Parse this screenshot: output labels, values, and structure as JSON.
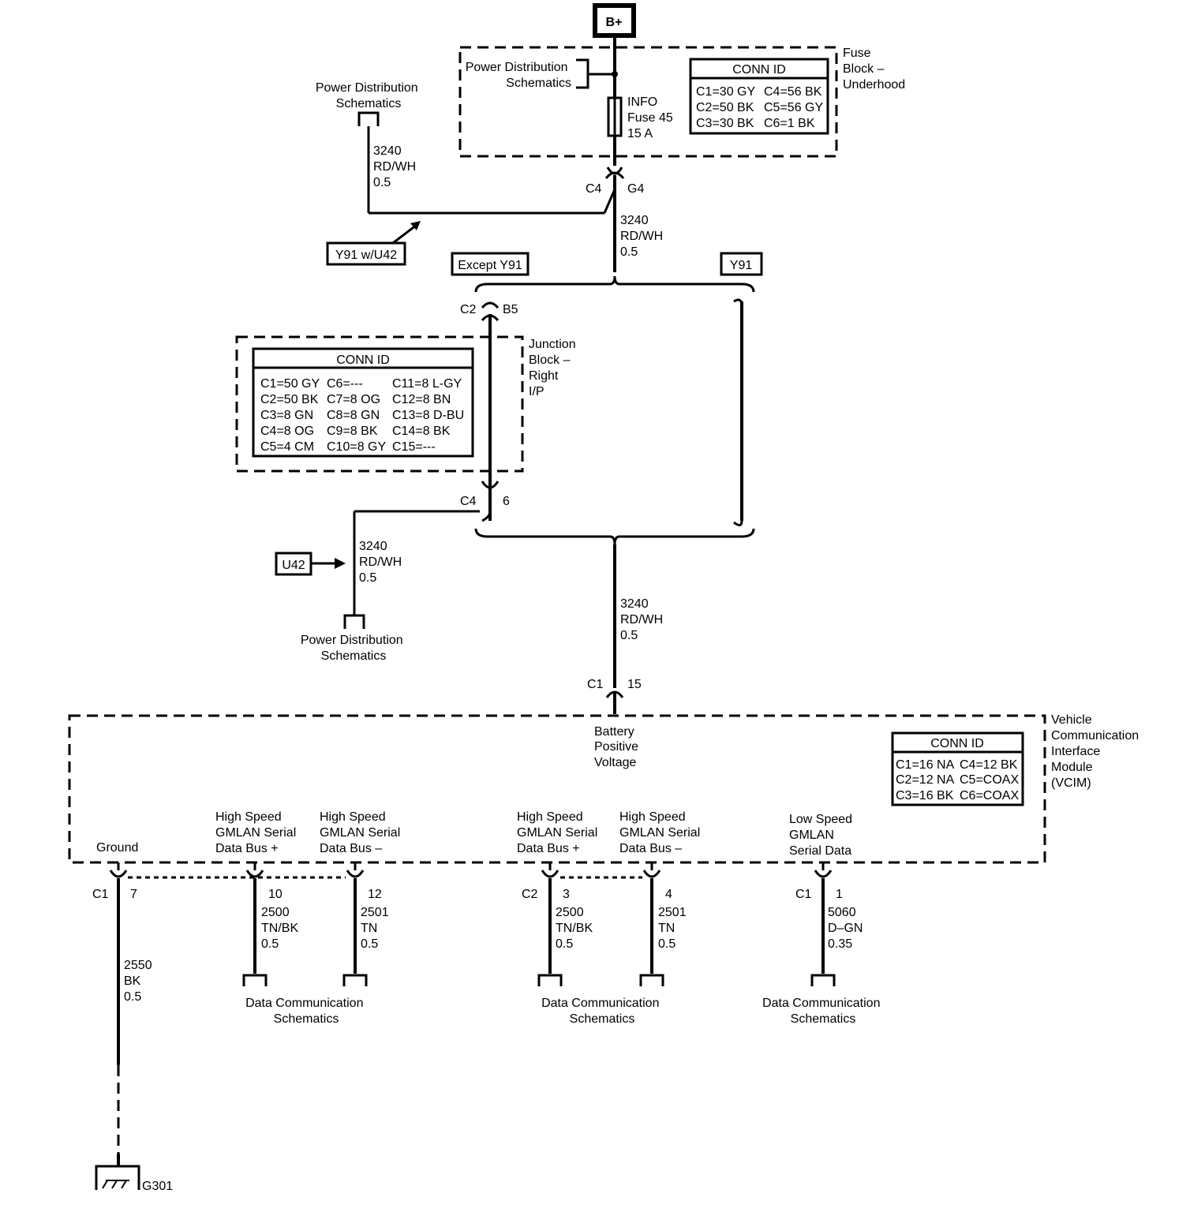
{
  "battery": "B+",
  "fuse_block": {
    "title": [
      "Fuse",
      "Block –",
      "Underhood"
    ],
    "pd_ref": [
      "Power Distribution",
      "Schematics"
    ],
    "fuse": [
      "INFO",
      "Fuse 45",
      "15 A"
    ],
    "conn_id": {
      "header": "CONN ID",
      "rows": [
        [
          "C1=30 GY",
          "C4=56 BK"
        ],
        [
          "C2=50 BK",
          "C5=56 GY"
        ],
        [
          "C3=30 BK",
          "C6=1 BK"
        ]
      ]
    },
    "connector": "C4",
    "pin": "G4"
  },
  "pd_top_left": [
    "Power Distribution",
    "Schematics"
  ],
  "wire_main": [
    "3240",
    "RD/WH",
    "0.5"
  ],
  "options": {
    "y91_u42": "Y91 w/U42",
    "except_y91": "Except Y91",
    "y91": "Y91",
    "u42": "U42"
  },
  "junction_block": {
    "title": [
      "Junction",
      "Block –",
      "Right",
      "I/P"
    ],
    "conn_in": "C2",
    "pin_in": "B5",
    "conn_out": "C4",
    "pin_out": "6",
    "conn_id": {
      "header": "CONN ID",
      "rows": [
        [
          "C1=50 GY",
          "C6=---",
          "C11=8 L-GY"
        ],
        [
          "C2=50 BK",
          "C7=8 OG",
          "C12=8 BN"
        ],
        [
          "C3=8 GN",
          "C8=8 GN",
          "C13=8 D-BU"
        ],
        [
          "C4=8 OG",
          "C9=8 BK",
          "C14=8 BK"
        ],
        [
          "C5=4 CM",
          "C10=8 GY",
          "C15=---"
        ]
      ]
    }
  },
  "pd_bottom_left": [
    "Power Distribution",
    "Schematics"
  ],
  "vcim": {
    "title": [
      "Vehicle",
      "Communication",
      "Interface",
      "Module",
      "(VCIM)"
    ],
    "conn_in": "C1",
    "pin_in": "15",
    "bpv": [
      "Battery",
      "Positive",
      "Voltage"
    ],
    "conn_id": {
      "header": "CONN ID",
      "rows": [
        [
          "C1=16 NA",
          "C4=12 BK"
        ],
        [
          "C2=12 NA",
          "C5=COAX"
        ],
        [
          "C3=16 BK",
          "C6=COAX"
        ]
      ]
    },
    "pins": [
      {
        "label": [
          "Ground"
        ],
        "conn": "C1",
        "pin": "7",
        "wire": [
          "2550",
          "BK",
          "0.5"
        ]
      },
      {
        "label": [
          "High Speed",
          "GMLAN Serial",
          "Data Bus +"
        ],
        "conn": "",
        "pin": "10",
        "wire": [
          "2500",
          "TN/BK",
          "0.5"
        ]
      },
      {
        "label": [
          "High Speed",
          "GMLAN Serial",
          "Data Bus –"
        ],
        "conn": "",
        "pin": "12",
        "wire": [
          "2501",
          "TN",
          "0.5"
        ]
      },
      {
        "label": [
          "High Speed",
          "GMLAN Serial",
          "Data Bus +"
        ],
        "conn": "C2",
        "pin": "3",
        "wire": [
          "2500",
          "TN/BK",
          "0.5"
        ]
      },
      {
        "label": [
          "High Speed",
          "GMLAN Serial",
          "Data Bus –"
        ],
        "conn": "",
        "pin": "4",
        "wire": [
          "2501",
          "TN",
          "0.5"
        ]
      },
      {
        "label": [
          "Low Speed",
          "GMLAN",
          "Serial Data"
        ],
        "conn": "C1",
        "pin": "1",
        "wire": [
          "5060",
          "D–GN",
          "0.35"
        ]
      }
    ]
  },
  "dc_ref": [
    "Data Communication",
    "Schematics"
  ],
  "ground": "G301"
}
